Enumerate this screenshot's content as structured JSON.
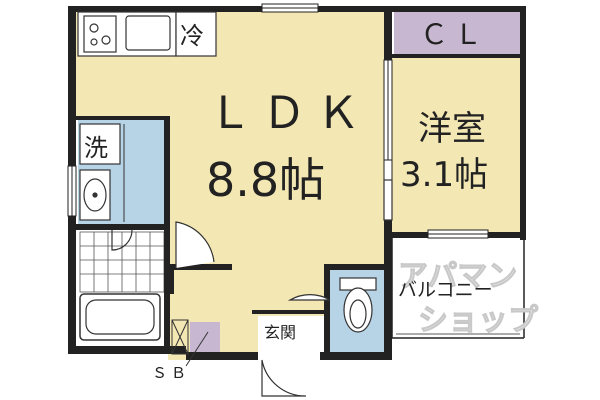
{
  "floorplan": {
    "rooms": {
      "ldk_name": "ＬＤＫ",
      "ldk_size": "8.8帖",
      "western_name": "洋室",
      "western_size": "3.1帖",
      "closet": "ＣＬ",
      "balcony": "バルコニー",
      "entrance": "玄関",
      "laundry": "洗",
      "fridge": "冷",
      "shoe_box": "ＳＢ"
    },
    "watermark": {
      "line1": "アパマン",
      "line2": "ショップ"
    },
    "colors": {
      "ldk": "#f3e7b3",
      "western": "#f3e7b3",
      "closet": "#c8b7d0",
      "wet_area": "#b7d3e6",
      "wall": "#222222",
      "background": "#ffffff"
    }
  }
}
